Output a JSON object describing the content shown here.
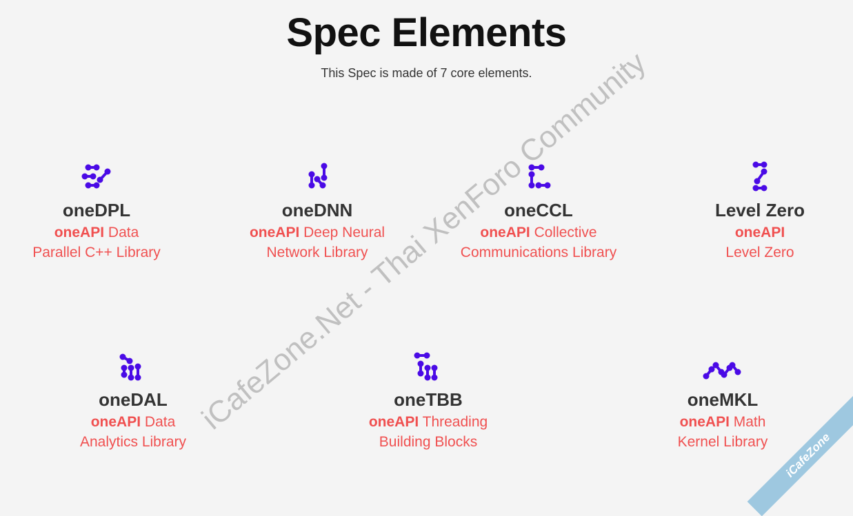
{
  "title": "Spec Elements",
  "subtitle": "This Spec is made of 7 core elements.",
  "icon_color": "#4a0ae6",
  "accent_color": "#f05050",
  "elements": [
    {
      "name": "oneDPL",
      "brand": "oneAPI",
      "line1": "Data",
      "line2": "Parallel C++ Library",
      "icon": "onedpl-icon"
    },
    {
      "name": "oneDNN",
      "brand": "oneAPI",
      "line1": "Deep Neural",
      "line2": "Network Library",
      "icon": "onednn-icon"
    },
    {
      "name": "oneCCL",
      "brand": "oneAPI",
      "line1": "Collective",
      "line2": "Communications Library",
      "icon": "oneccl-icon"
    },
    {
      "name": "Level Zero",
      "brand": "oneAPI",
      "line1": "",
      "line2": "Level Zero",
      "icon": "level-zero-icon"
    },
    {
      "name": "oneDAL",
      "brand": "oneAPI",
      "line1": "Data",
      "line2": "Analytics Library",
      "icon": "onedal-icon"
    },
    {
      "name": "oneTBB",
      "brand": "oneAPI",
      "line1": "Threading",
      "line2": "Building Blocks",
      "icon": "onetbb-icon"
    },
    {
      "name": "oneMKL",
      "brand": "oneAPI",
      "line1": "Math",
      "line2": "Kernel Library",
      "icon": "onemkl-icon"
    }
  ],
  "watermark": "iCafeZone.Net - Thai XenForo Community",
  "ribbon": "iCafeZone"
}
